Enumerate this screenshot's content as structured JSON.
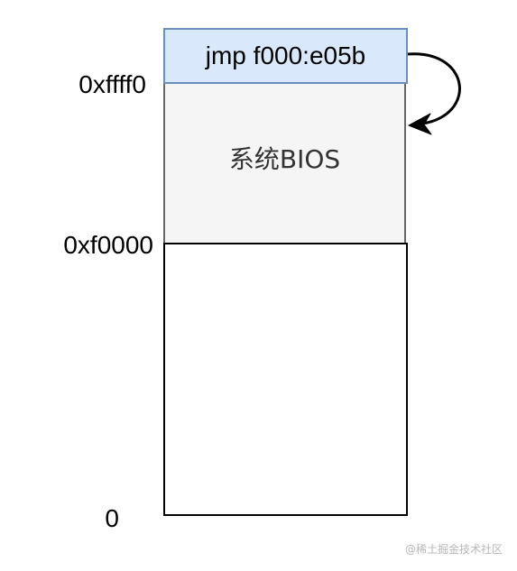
{
  "memory_map": {
    "top_address": "0xffff0",
    "mid_address": "0xf0000",
    "bottom_address": "0",
    "jmp_instruction": "jmp f000:e05b",
    "bios_region": "系统BIOS"
  },
  "colors": {
    "jmp_fill": "#dae8fc",
    "jmp_stroke": "#6c8ebf",
    "bios_fill": "#f5f5f5",
    "bios_stroke": "#666666",
    "low_stroke": "#000000"
  },
  "watermark": "@稀土掘金技术社区"
}
